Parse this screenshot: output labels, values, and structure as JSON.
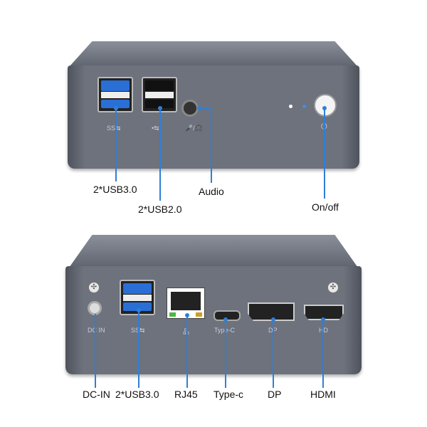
{
  "front": {
    "labels": {
      "usb3": "2*USB3.0",
      "usb2": "2*USB2.0",
      "audio": "Audio",
      "power": "On/off"
    },
    "marks": {
      "usb3": "SS⇆",
      "usb2": "•⇆",
      "audio": "🎤/🎧",
      "power": "⏻"
    }
  },
  "back": {
    "labels": {
      "dc": "DC-IN",
      "usb3": "2*USB3.0",
      "rj45": "RJ45",
      "typec": "Type-c",
      "dp": "DP",
      "hdmi": "HDMI"
    },
    "marks": {
      "dc": "DC IN",
      "usb3": "SS⇆",
      "rj45": "品",
      "typec": "Type-C",
      "dp": "DP",
      "hdmi": "HD"
    }
  },
  "colors": {
    "accent": "#2f7fd8",
    "usb3_blue": "#2a6fd6"
  }
}
